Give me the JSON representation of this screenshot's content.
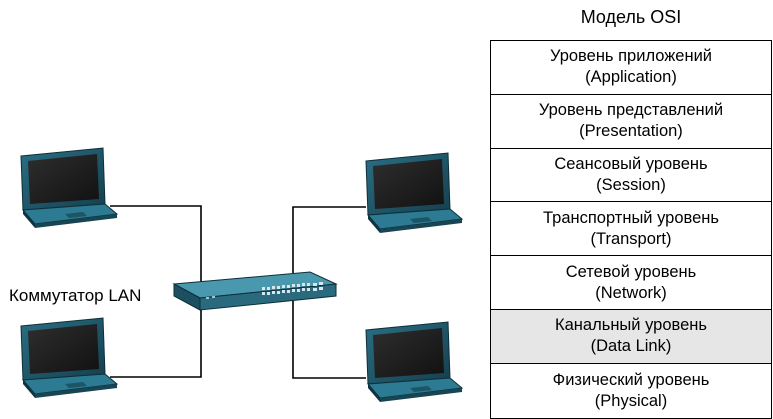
{
  "osi_title": "Модель OSI",
  "switch_label": "Коммутатор LAN",
  "layers": [
    {
      "name": "Уровень приложений",
      "en": "(Application)",
      "highlighted": false
    },
    {
      "name": "Уровень представлений",
      "en": "(Presentation)",
      "highlighted": false
    },
    {
      "name": "Сеансовый уровень",
      "en": "(Session)",
      "highlighted": false
    },
    {
      "name": "Транспортный уровень",
      "en": "(Transport)",
      "highlighted": false
    },
    {
      "name": "Сетевой уровень",
      "en": "(Network)",
      "highlighted": false
    },
    {
      "name": "Канальный уровень",
      "en": "(Data Link)",
      "highlighted": true
    },
    {
      "name": "Физический уровень",
      "en": "(Physical)",
      "highlighted": false
    }
  ],
  "colors": {
    "highlight": "#e6e6e6",
    "switch_body": "#2f6f86",
    "laptop_body": "#1f5a6c",
    "screen": "#1a1a1a"
  },
  "icons": [
    "laptop-icon",
    "laptop-icon",
    "laptop-icon",
    "laptop-icon",
    "network-switch-icon"
  ]
}
